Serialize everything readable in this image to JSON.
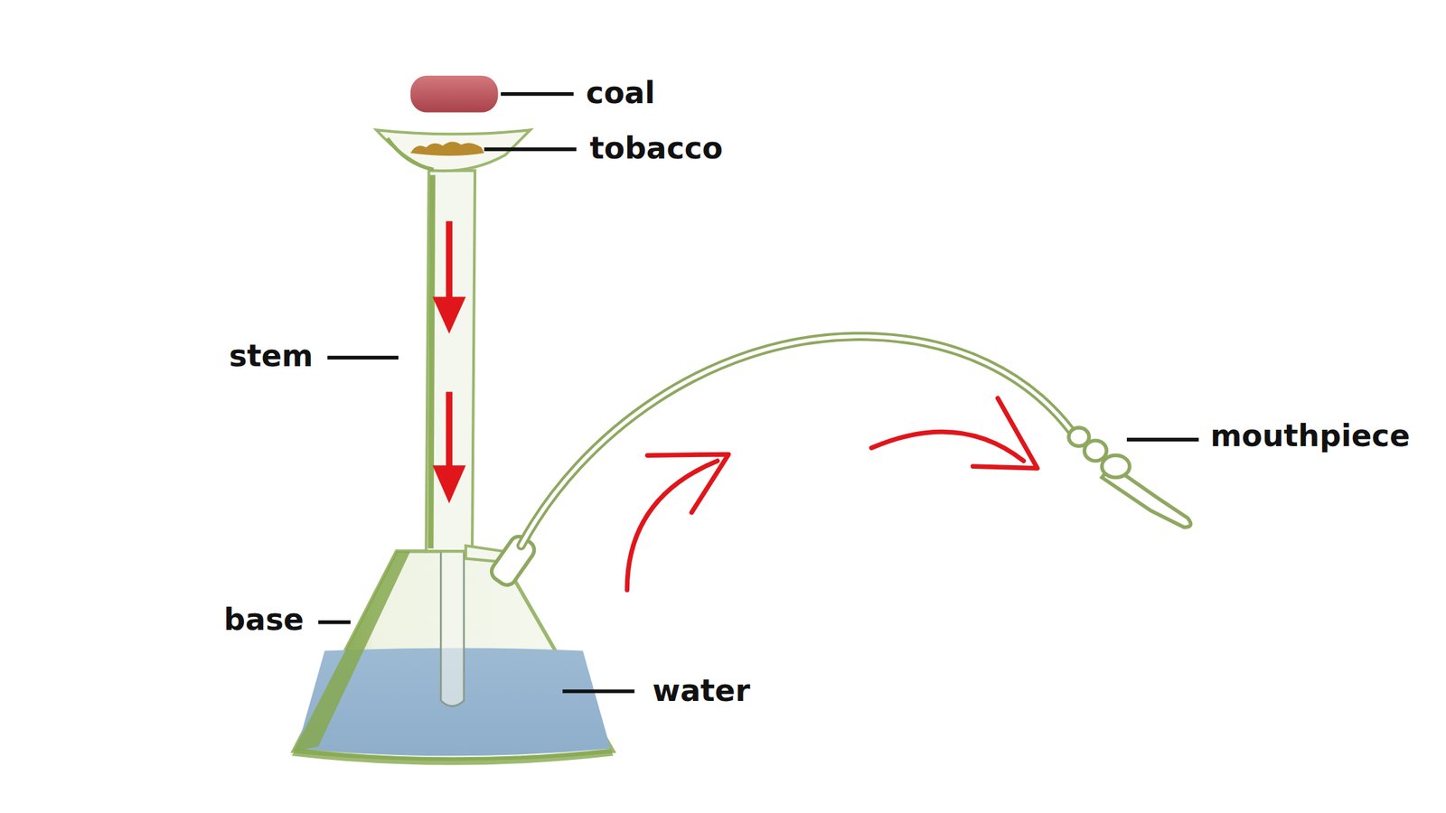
{
  "diagram": {
    "labels": [
      "coal",
      "tobacco",
      "stem",
      "base",
      "water",
      "mouthpiece"
    ]
  }
}
